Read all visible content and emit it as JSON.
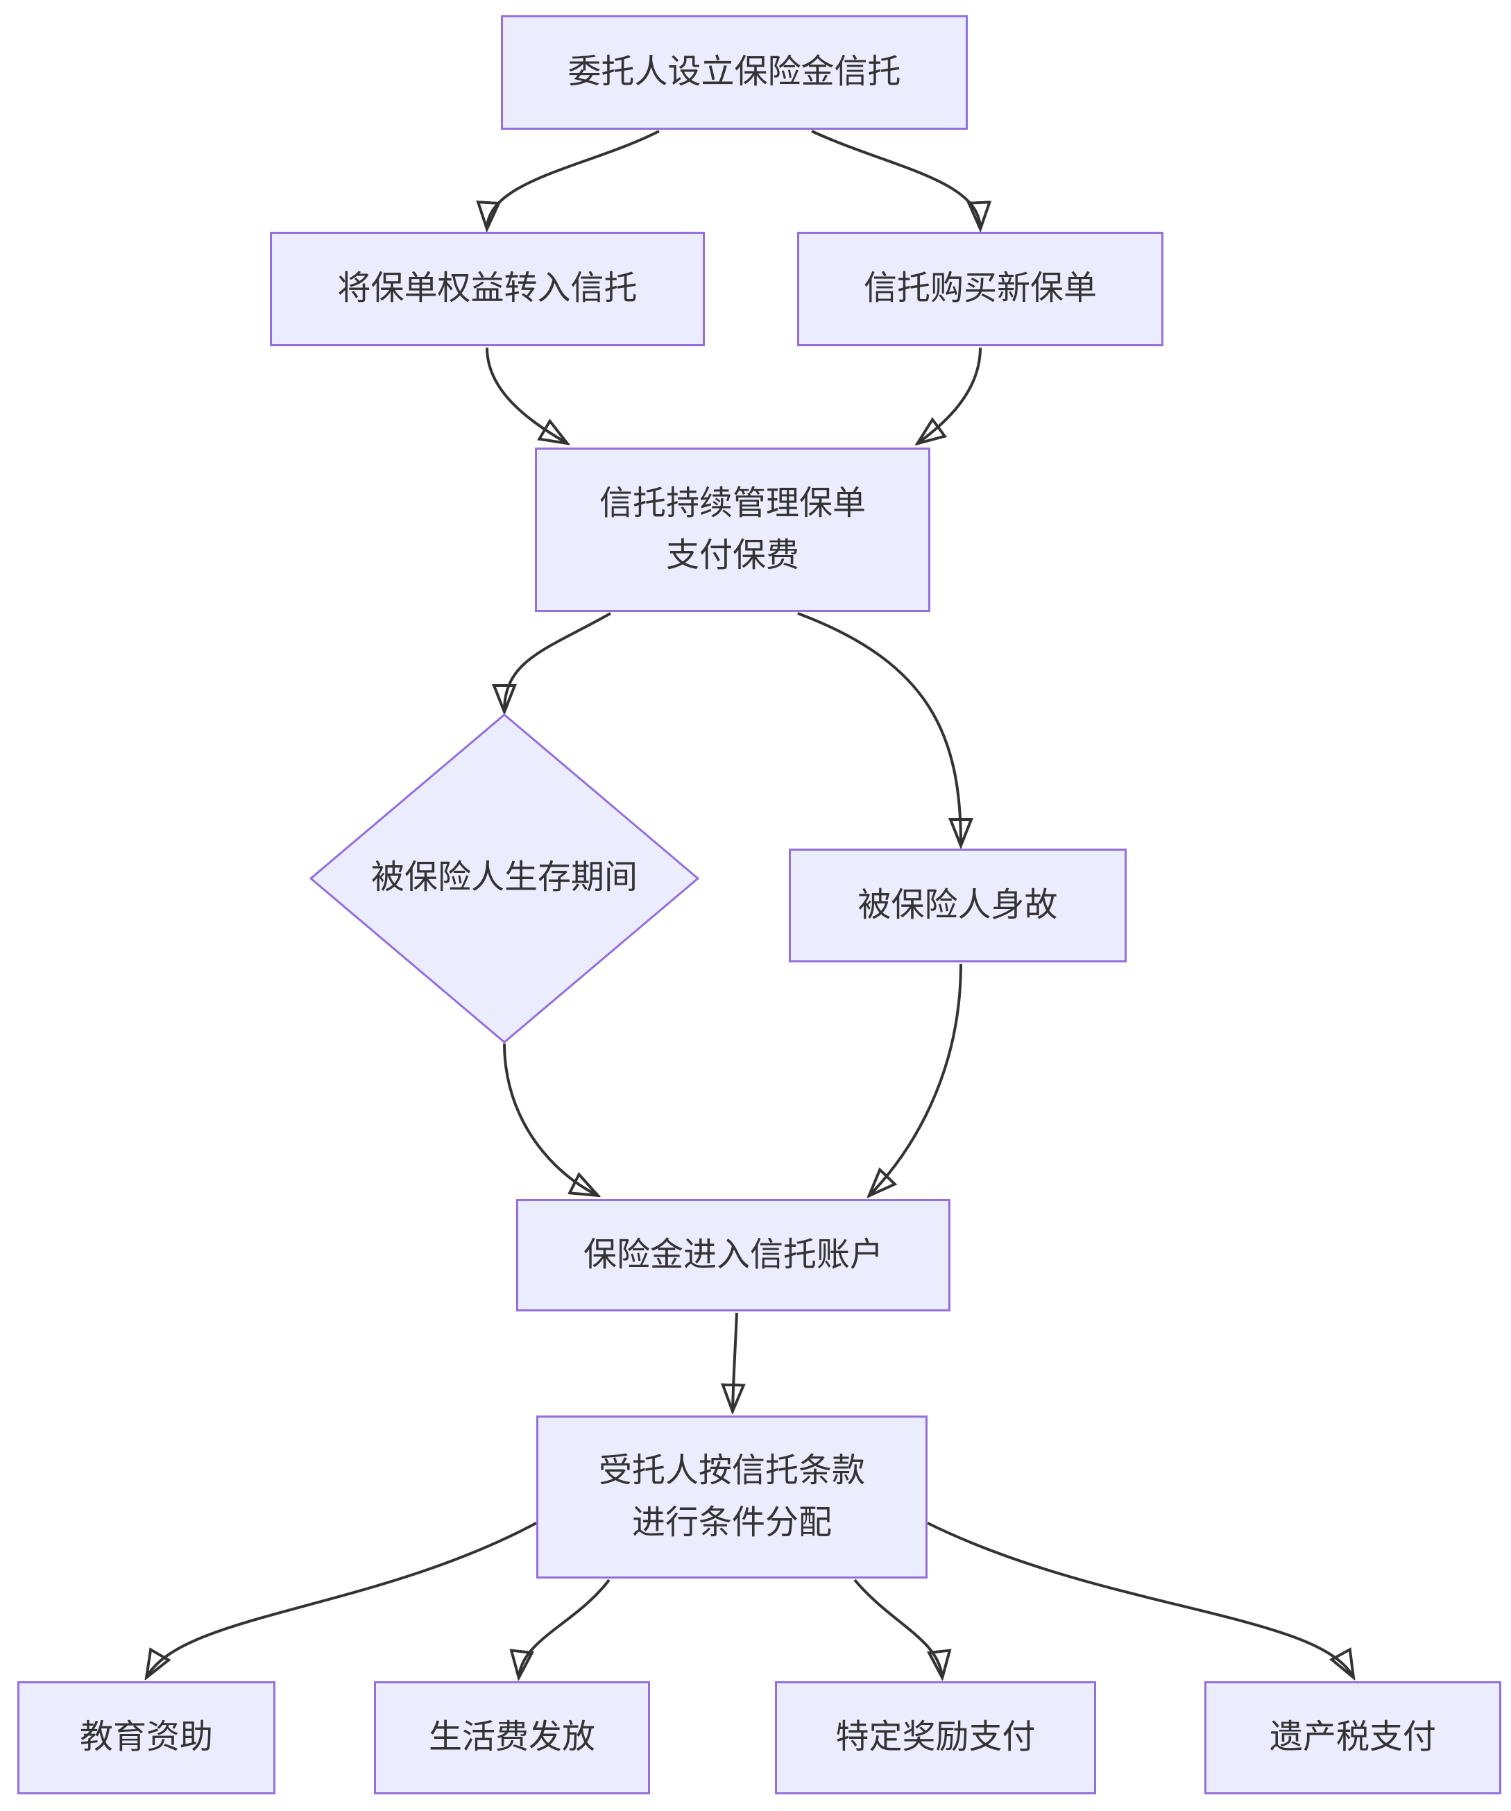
{
  "colors": {
    "fill": "#ECECFF",
    "border": "#9370DB",
    "edge": "#333333",
    "text": "#333333",
    "bg": "#FFFFFF"
  },
  "nodes": [
    {
      "id": "establish-trust",
      "label": "委托人设立保险金信托"
    },
    {
      "id": "transfer-policy",
      "label": "将保单权益转入信托"
    },
    {
      "id": "buy-new-policy",
      "label": "信托购买新保单"
    },
    {
      "id": "manage-policy",
      "lines": [
        "信托持续管理保单",
        "支付保费"
      ]
    },
    {
      "id": "survival-period",
      "label": "被保险人生存期间"
    },
    {
      "id": "insured-death",
      "label": "被保险人身故"
    },
    {
      "id": "payout-to-trust",
      "label": "保险金进入信托账户"
    },
    {
      "id": "trustee-distribute",
      "lines": [
        "受托人按信托条款",
        "进行条件分配"
      ]
    },
    {
      "id": "education-funding",
      "label": "教育资助"
    },
    {
      "id": "living-expenses",
      "label": "生活费发放"
    },
    {
      "id": "special-reward",
      "label": "特定奖励支付"
    },
    {
      "id": "estate-tax",
      "label": "遗产税支付"
    }
  ]
}
